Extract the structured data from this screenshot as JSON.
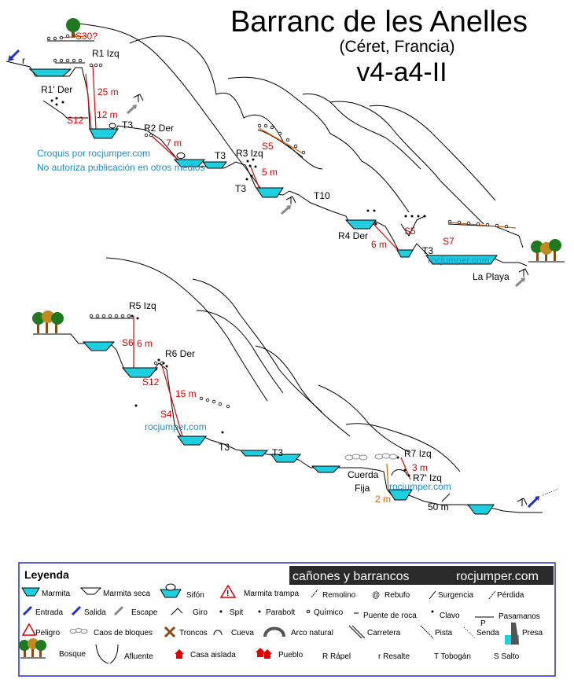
{
  "title": {
    "main": "Barranc de les Anelles",
    "location": "(Céret, Francia)",
    "grade": "v4-a4-II"
  },
  "credits": {
    "line1": "Croquis por rocjumper.com",
    "line2": "No autoriza publicación en otros medios",
    "watermark": "rocjumper.com"
  },
  "labels": {
    "s30": "S30?",
    "r": "r",
    "r1": "R1 Izq",
    "r1p": "R1' Der",
    "m25": "25 m",
    "m12": "12 m",
    "s12a": "S12",
    "t3a": "T3",
    "r2": "R2 Der",
    "m7": "7 m",
    "s5a": "S5",
    "t3b": "T3",
    "r3": "R3 Izq",
    "m5": "5 m",
    "t3c": "T3",
    "t10": "T10",
    "r4": "R4 Der",
    "m6a": "6 m",
    "s5b": "S5",
    "t3d": "T3",
    "s7": "S7",
    "playa": "La Playa",
    "r5": "R5 Izq",
    "s6": "S6",
    "m6b": "6 m",
    "r6": "R6 Der",
    "s12b": "S12",
    "m15": "15 m",
    "s4": "S4",
    "t3e": "T3",
    "t3f": "T3",
    "cuerda": "Cuerda",
    "fija": "Fija",
    "m2": "2 m",
    "r7": "R7 Izq",
    "m3": "3 m",
    "r7p": "R7' Izq",
    "m50": "50 m"
  },
  "legend": {
    "title": "Leyenda",
    "banner": "cañones y barrancos",
    "banner_site": "rocjumper.com",
    "items": {
      "marmita": "Marmita",
      "marmita_seca": "Marmita seca",
      "sifon": "Sifón",
      "marmita_trampa": "Marmita trampa",
      "remolino": "Remolino",
      "rebufo": "Rebufo",
      "surgencia": "Surgencia",
      "perdida": "Pérdida",
      "entrada": "Entrada",
      "salida": "Salida",
      "escape": "Escape",
      "giro": "Giro",
      "spit": "Spit",
      "parabolt": "Parabolt",
      "quimico": "Químico",
      "puente": "Puente de roca",
      "clavo": "Clavo",
      "pasamanos": "Pasamanos",
      "pasamanos_p": "P",
      "peligro": "Peligro",
      "caos": "Caos de bloques",
      "troncos": "Troncos",
      "cueva": "Cueva",
      "arco": "Arco natural",
      "carretera": "Carretera",
      "pista": "Pista",
      "senda": "Senda",
      "presa": "Presa",
      "bosque": "Bosque",
      "afluente": "Afluente",
      "casa": "Casa aislada",
      "pueblo": "Pueblo",
      "rapel": "R Rápel",
      "resalte": "r Resalte",
      "tobogan": "T Tobogán",
      "salto": "S Salto"
    }
  },
  "colors": {
    "water": "#1ecfe0",
    "rope": "#e00000",
    "jump": "#e06000",
    "credit": "#1a8fd0",
    "tree_top": "#1f7a1f",
    "tree_trunk": "#8a4b12"
  }
}
